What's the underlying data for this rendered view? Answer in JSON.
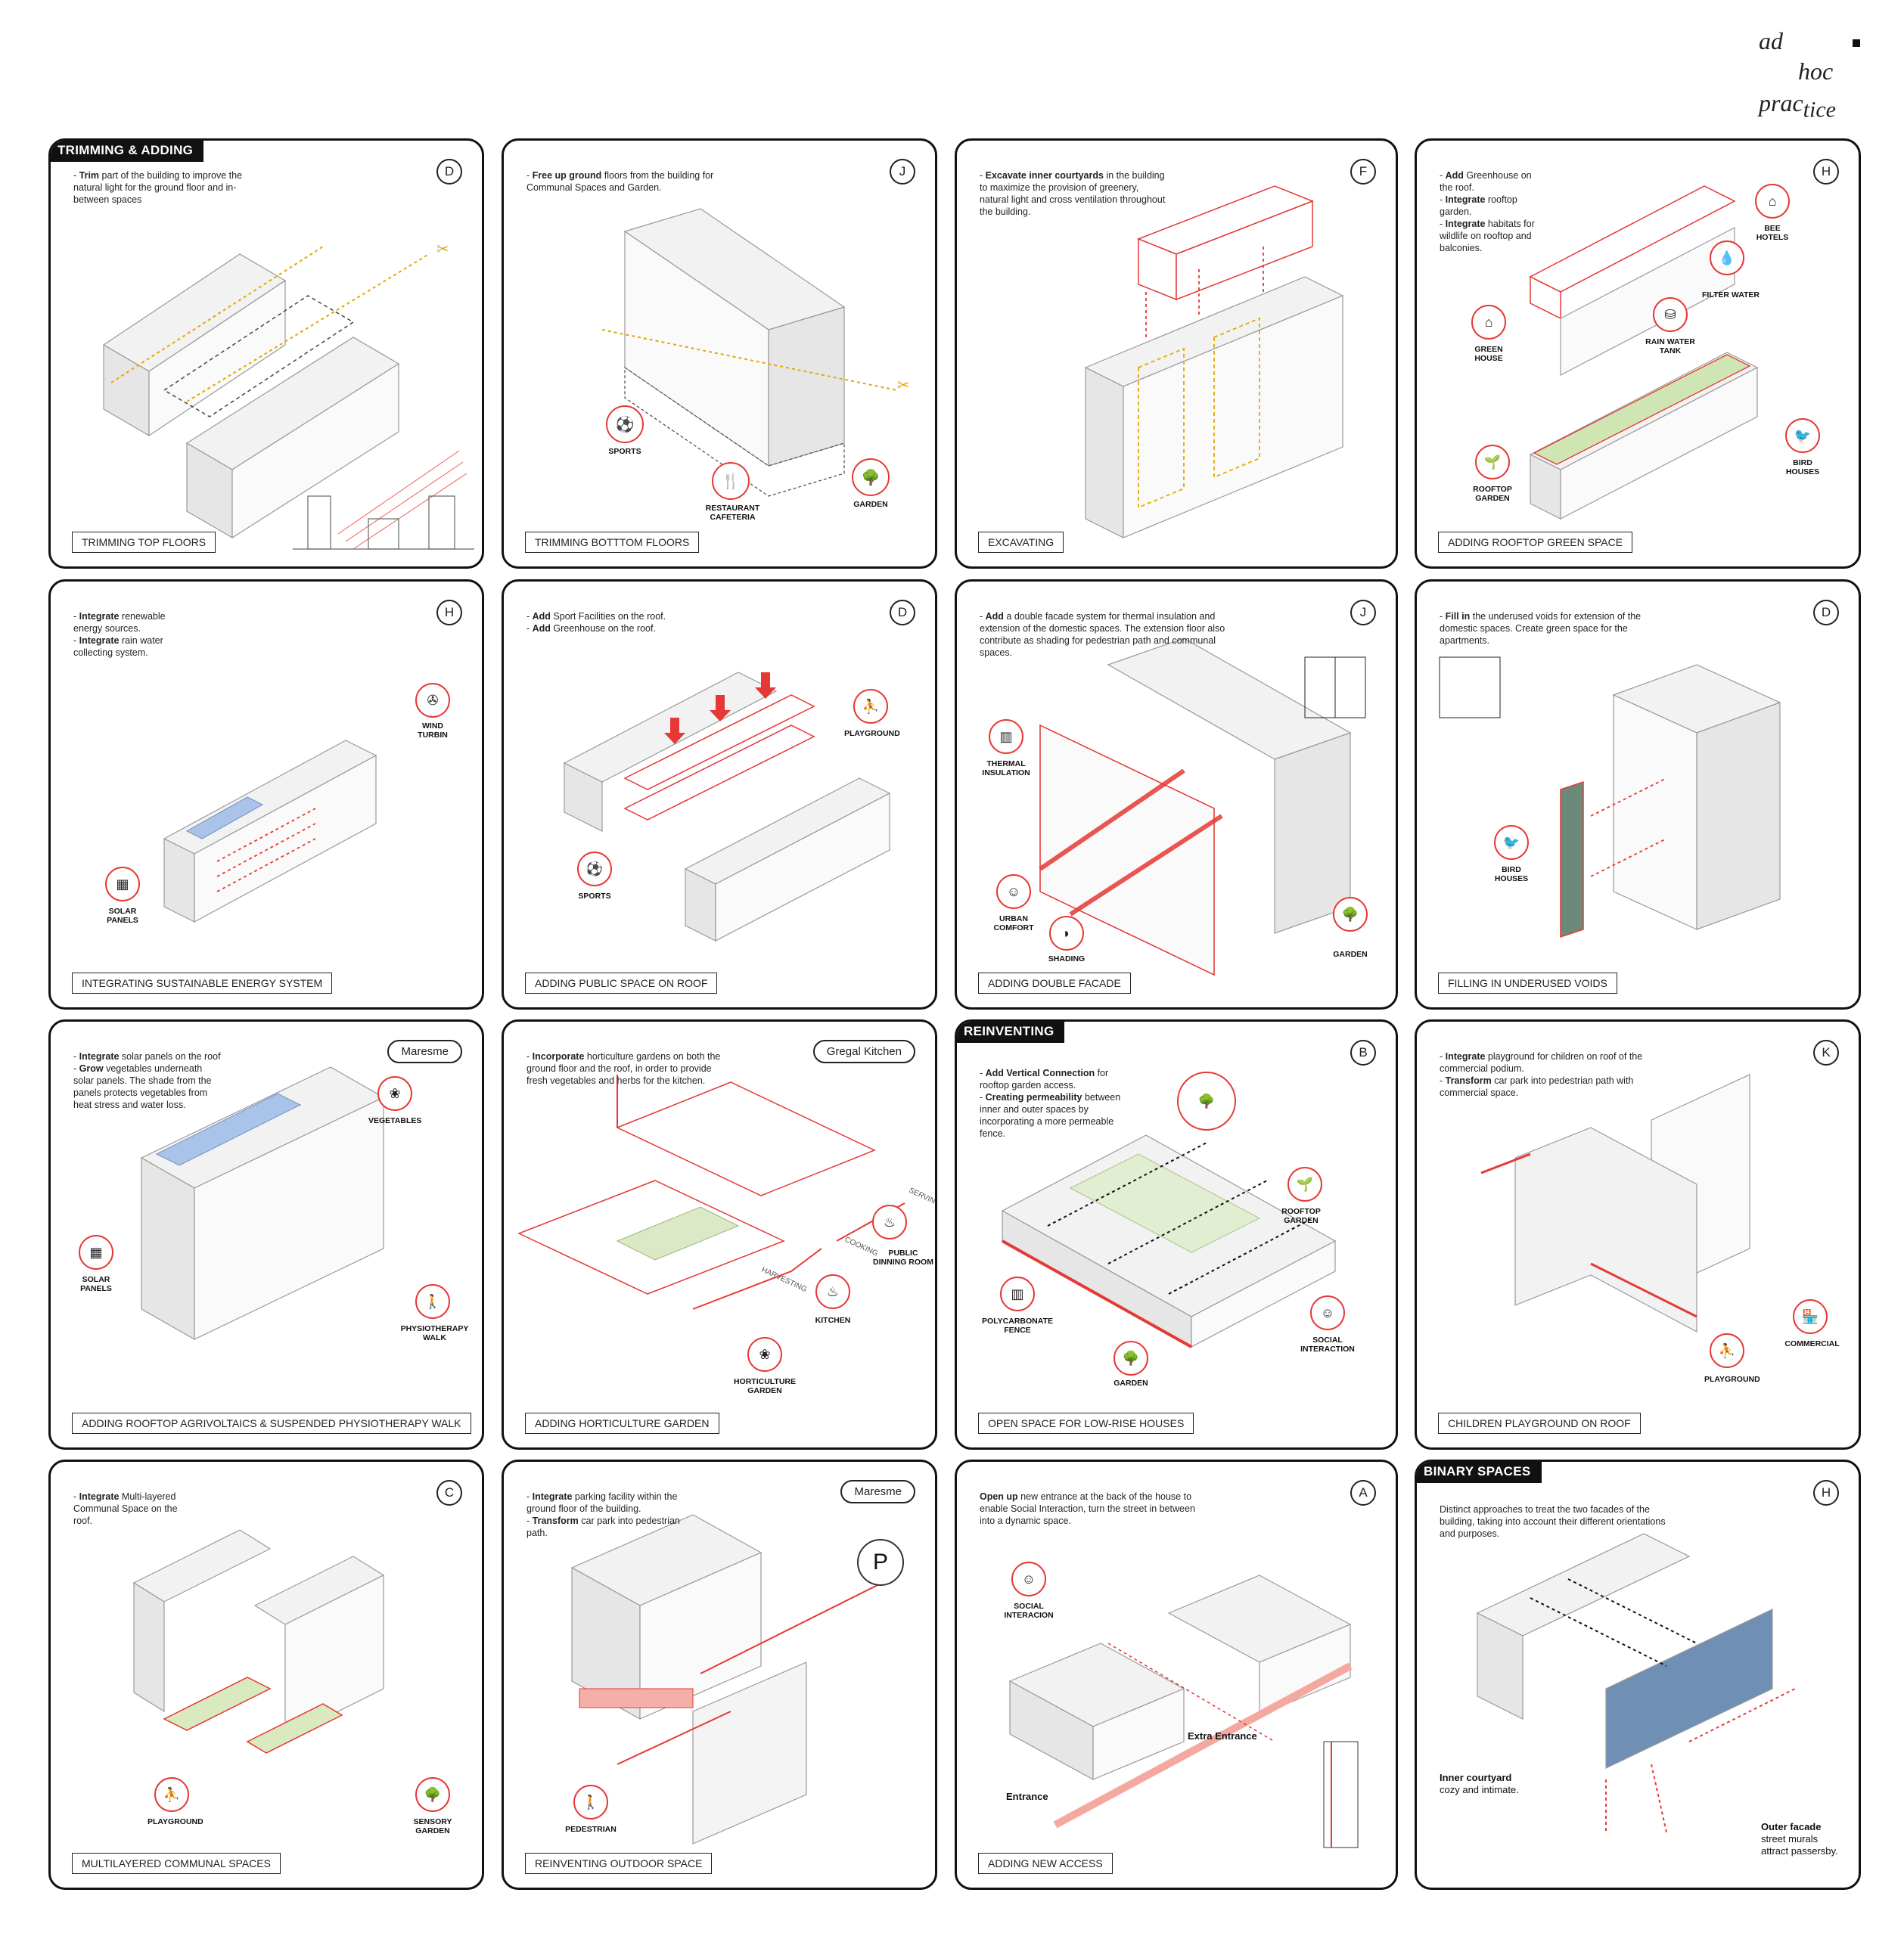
{
  "logo": {
    "line1": "ad",
    "line2": "hoc",
    "line3a": "prac",
    "line3b": "tice"
  },
  "panels": [
    {
      "section": "TRIMMING & ADDING",
      "letter": "D",
      "desc_bold": "Trim",
      "desc_rest": " part of the building to improve the natural light for the ground floor and in-between spaces",
      "caption": "TRIMMING TOP FLOORS"
    },
    {
      "letter": "J",
      "desc_bold": "Free up ground",
      "desc_rest": " floors from the building for Communal Spaces and Garden.",
      "caption": "TRIMMING BOTTTOM FLOORS",
      "labels": [
        "SPORTS",
        "RESTAURANT CAFETERIA",
        "GARDEN"
      ]
    },
    {
      "letter": "F",
      "desc_bold": "Excavate inner courtyards",
      "desc_rest": " in the building to maximize the provision of greenery, natural light and cross ventilation throughout the building.",
      "caption": "EXCAVATING"
    },
    {
      "letter": "H",
      "desc_lines": [
        [
          "Add",
          " Greenhouse on the roof."
        ],
        [
          "Integrate",
          " rooftop garden."
        ],
        [
          "Integrate",
          " habitats for wildlife on rooftop and balconies."
        ]
      ],
      "caption": "ADDING ROOFTOP GREEN SPACE",
      "labels": [
        "BEE HOTELS",
        "FILTER WATER",
        "GREEN HOUSE",
        "RAIN WATER TANK",
        "BIRD HOUSES",
        "ROOFTOP GARDEN"
      ]
    },
    {
      "letter": "H",
      "desc_lines": [
        [
          "Integrate",
          " renewable energy sources."
        ],
        [
          "Integrate",
          " rain water collecting system."
        ]
      ],
      "caption": "INTEGRATING SUSTAINABLE ENERGY SYSTEM",
      "labels": [
        "WIND TURBIN",
        "SOLAR PANELS"
      ]
    },
    {
      "letter": "D",
      "desc_lines": [
        [
          "Add",
          " Sport Facilities on the roof."
        ],
        [
          "Add",
          " Greenhouse on the roof."
        ]
      ],
      "caption": "ADDING PUBLIC SPACE ON ROOF",
      "labels": [
        "PLAYGROUND",
        "SPORTS"
      ]
    },
    {
      "letter": "J",
      "desc_bold": "Add",
      "desc_rest": " a double facade system for thermal insulation and extension of the domestic spaces. The extension floor also contribute as shading for pedestrian path and communal spaces.",
      "caption": "ADDING DOUBLE FACADE",
      "labels": [
        "THERMAL INSULATION",
        "URBAN COMFORT",
        "SHADING",
        "GARDEN"
      ]
    },
    {
      "letter": "D",
      "desc_bold": "Fill in",
      "desc_rest": " the underused voids for extension of the domestic spaces. Create green space for the apartments.",
      "caption": "FILLING IN UNDERUSED VOIDS",
      "labels": [
        "BIRD HOUSES"
      ]
    },
    {
      "place": "Maresme",
      "desc_lines": [
        [
          "Integrate",
          " solar panels on the roof"
        ],
        [
          "Grow",
          " vegetables underneath solar panels. The shade from the panels protects vegetables from heat stress and water loss."
        ]
      ],
      "caption": "ADDING ROOFTOP AGRIVOLTAICS & SUSPENDED PHYSIOTHERAPY WALK",
      "labels": [
        "VEGETABLES",
        "SOLAR PANELS",
        "PHYSIOTHERAPY WALK"
      ]
    },
    {
      "place": "Gregal Kitchen",
      "desc_bold": "Incorporate",
      "desc_rest": " horticulture gardens on both the ground floor and the roof, in order to provide fresh vegetables and herbs for the kitchen.",
      "caption": "ADDING HORTICULTURE GARDEN",
      "labels": [
        "PUBLIC DINNING ROOM",
        "KITCHEN",
        "HORTICULTURE GARDEN",
        "HARVESTING",
        "COOKING",
        "SERVING"
      ]
    },
    {
      "section": "REINVENTING",
      "letter": "B",
      "desc_lines": [
        [
          "Add Vertical Connection",
          " for rooftop garden access."
        ],
        [
          "Creating permeability",
          " between inner and outer spaces by incorporating a more permeable fence."
        ]
      ],
      "caption": "OPEN SPACE FOR LOW-RISE HOUSES",
      "labels": [
        "ROOFTOP GARDEN",
        "POLYCARBONATE FENCE",
        "SOCIAL INTERACTION",
        "GARDEN"
      ]
    },
    {
      "letter": "K",
      "desc_lines": [
        [
          "Integrate",
          " playground for children on roof of the commercial podium."
        ],
        [
          "Transform",
          " car park into pedestrian path with commercial space."
        ]
      ],
      "caption": "CHILDREN PLAYGROUND ON ROOF",
      "labels": [
        "COMMERCIAL",
        "PLAYGROUND"
      ]
    },
    {
      "letter": "C",
      "desc_lines": [
        [
          "Integrate",
          " Multi-layered Communal Space on the roof."
        ]
      ],
      "caption": "MULTILAYERED COMMUNAL SPACES",
      "labels": [
        "PLAYGROUND",
        "SENSORY GARDEN"
      ]
    },
    {
      "place": "Maresme",
      "desc_lines": [
        [
          "Integrate",
          " parking facility within the ground floor of the building."
        ],
        [
          "Transform",
          " car park into pedestrian path."
        ]
      ],
      "caption": "REINVENTING OUTDOOR SPACE",
      "labels": [
        "PEDESTRIAN",
        "P"
      ]
    },
    {
      "letter": "A",
      "desc_bold": "Open up",
      "desc_rest": " new entrance at the back of the house to enable Social Interaction, turn the street in between into a dynamic space.",
      "caption": "ADDING NEW ACCESS",
      "labels": [
        "SOCIAL INTERACION",
        "Extra Entrance",
        "Entrance"
      ]
    },
    {
      "section": "BINARY SPACES",
      "letter": "H",
      "desc_plain": "Distinct approaches to treat the two facades of the building, taking into account their different orientations and purposes.",
      "labels": [
        "Inner courtyard",
        "cozy and intimate.",
        "Outer facade",
        "street murals attract passersby."
      ]
    }
  ]
}
